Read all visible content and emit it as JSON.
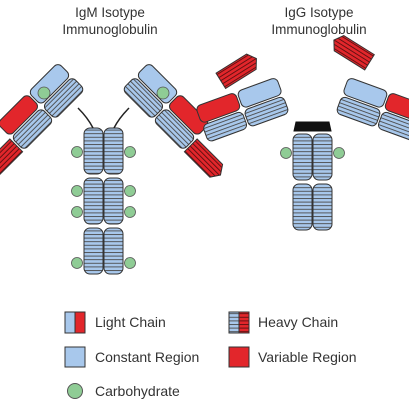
{
  "titles": {
    "igm": {
      "line1": "IgM Isotype",
      "line2": "Immunoglobulin"
    },
    "igg": {
      "line1": "IgG Isotype",
      "line2": "Immunoglobulin"
    }
  },
  "legend": {
    "light_chain": "Light Chain",
    "heavy_chain": "Heavy Chain",
    "constant_region": "Constant Region",
    "variable_region": "Variable Region",
    "carbohydrate": "Carbohydrate"
  },
  "colors": {
    "constant": "#a8c8ec",
    "variable": "#e2262b",
    "carbohydrate": "#8fcc95",
    "outline": "#333333",
    "hinge": "#111111"
  }
}
